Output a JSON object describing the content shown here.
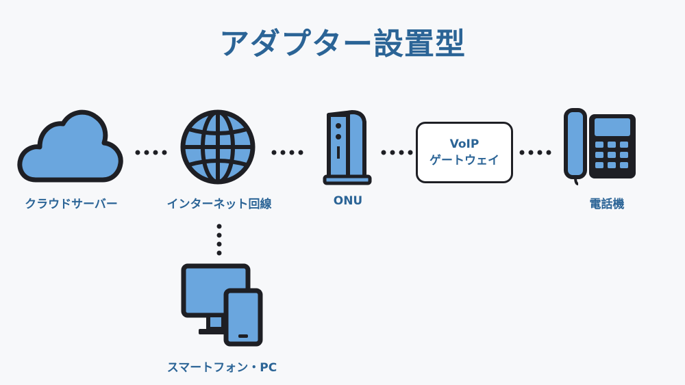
{
  "title": "アダプター設置型",
  "nodes": {
    "cloud": {
      "label": "クラウドサーバー",
      "icon": "cloud-icon"
    },
    "internet": {
      "label": "インターネット回線",
      "icon": "globe-icon"
    },
    "onu": {
      "label": "ONU",
      "icon": "onu-device-icon"
    },
    "gateway": {
      "line1": "VoIP",
      "line2": "ゲートウェイ"
    },
    "phone": {
      "label": "電話機",
      "icon": "desk-phone-icon"
    },
    "devices": {
      "label": "スマートフォン・PC",
      "icon": "monitor-smartphone-icon"
    }
  },
  "colors": {
    "accent": "#2b6496",
    "icon_fill": "#6aa6de",
    "outline": "#1e1f24"
  }
}
